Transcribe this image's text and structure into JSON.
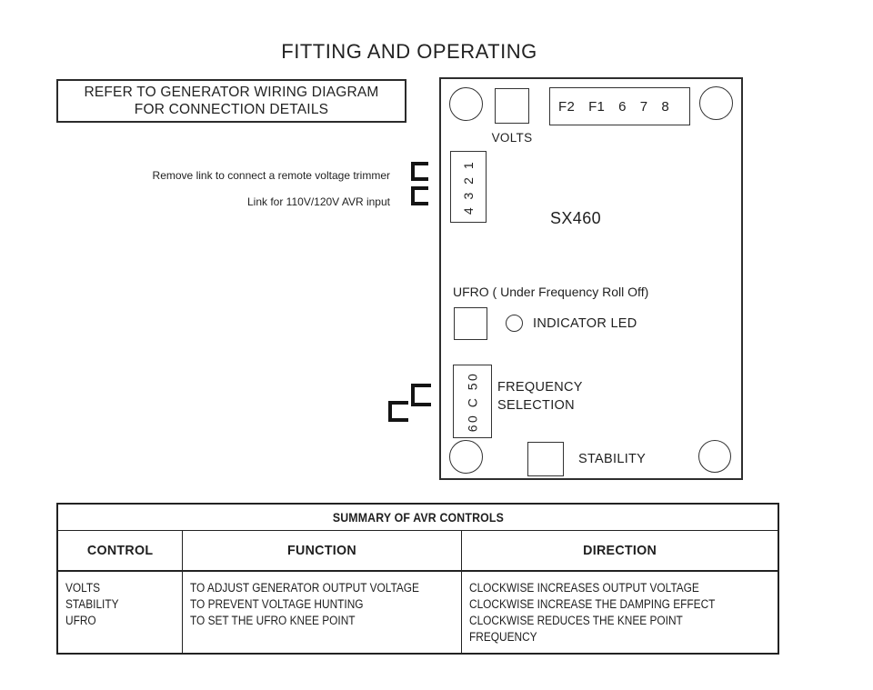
{
  "title": "FITTING AND OPERATING",
  "notice": {
    "line1": "REFER TO GENERATOR WIRING DIAGRAM",
    "line2": "FOR CONNECTION DETAILS"
  },
  "annotations": {
    "remove_link": "Remove link to connect a remote voltage trimmer",
    "link_input": "Link for 110V/120V AVR input"
  },
  "board": {
    "model": "SX460",
    "volts_label": "VOLTS",
    "top_terminals": [
      "F2",
      "F1",
      "6",
      "7",
      "8"
    ],
    "side_terminals": "4 3 2 1",
    "ufro_heading": "UFRO ( Under Frequency Roll Off)",
    "indicator_led_label": "INDICATOR LED",
    "frequency_terminals": "60 C 50",
    "frequency_selection": {
      "line1": "FREQUENCY",
      "line2": "SELECTION"
    },
    "stability_label": "STABILITY"
  },
  "summary_table": {
    "title": "SUMMARY OF AVR CONTROLS",
    "headers": [
      "CONTROL",
      "FUNCTION",
      "DIRECTION"
    ],
    "rows": [
      {
        "control": "VOLTS",
        "function": "TO ADJUST GENERATOR OUTPUT VOLTAGE",
        "direction": "CLOCKWISE INCREASES OUTPUT VOLTAGE"
      },
      {
        "control": "STABILITY",
        "function": "TO PREVENT VOLTAGE HUNTING",
        "direction": "CLOCKWISE INCREASE THE DAMPING EFFECT"
      },
      {
        "control": "UFRO",
        "function": "TO SET THE UFRO KNEE POINT",
        "direction": "CLOCKWISE REDUCES THE KNEE POINT FREQUENCY"
      }
    ]
  },
  "colors": {
    "ink": "#1f1f1f",
    "line": "#2e2e2e",
    "background": "#ffffff"
  }
}
